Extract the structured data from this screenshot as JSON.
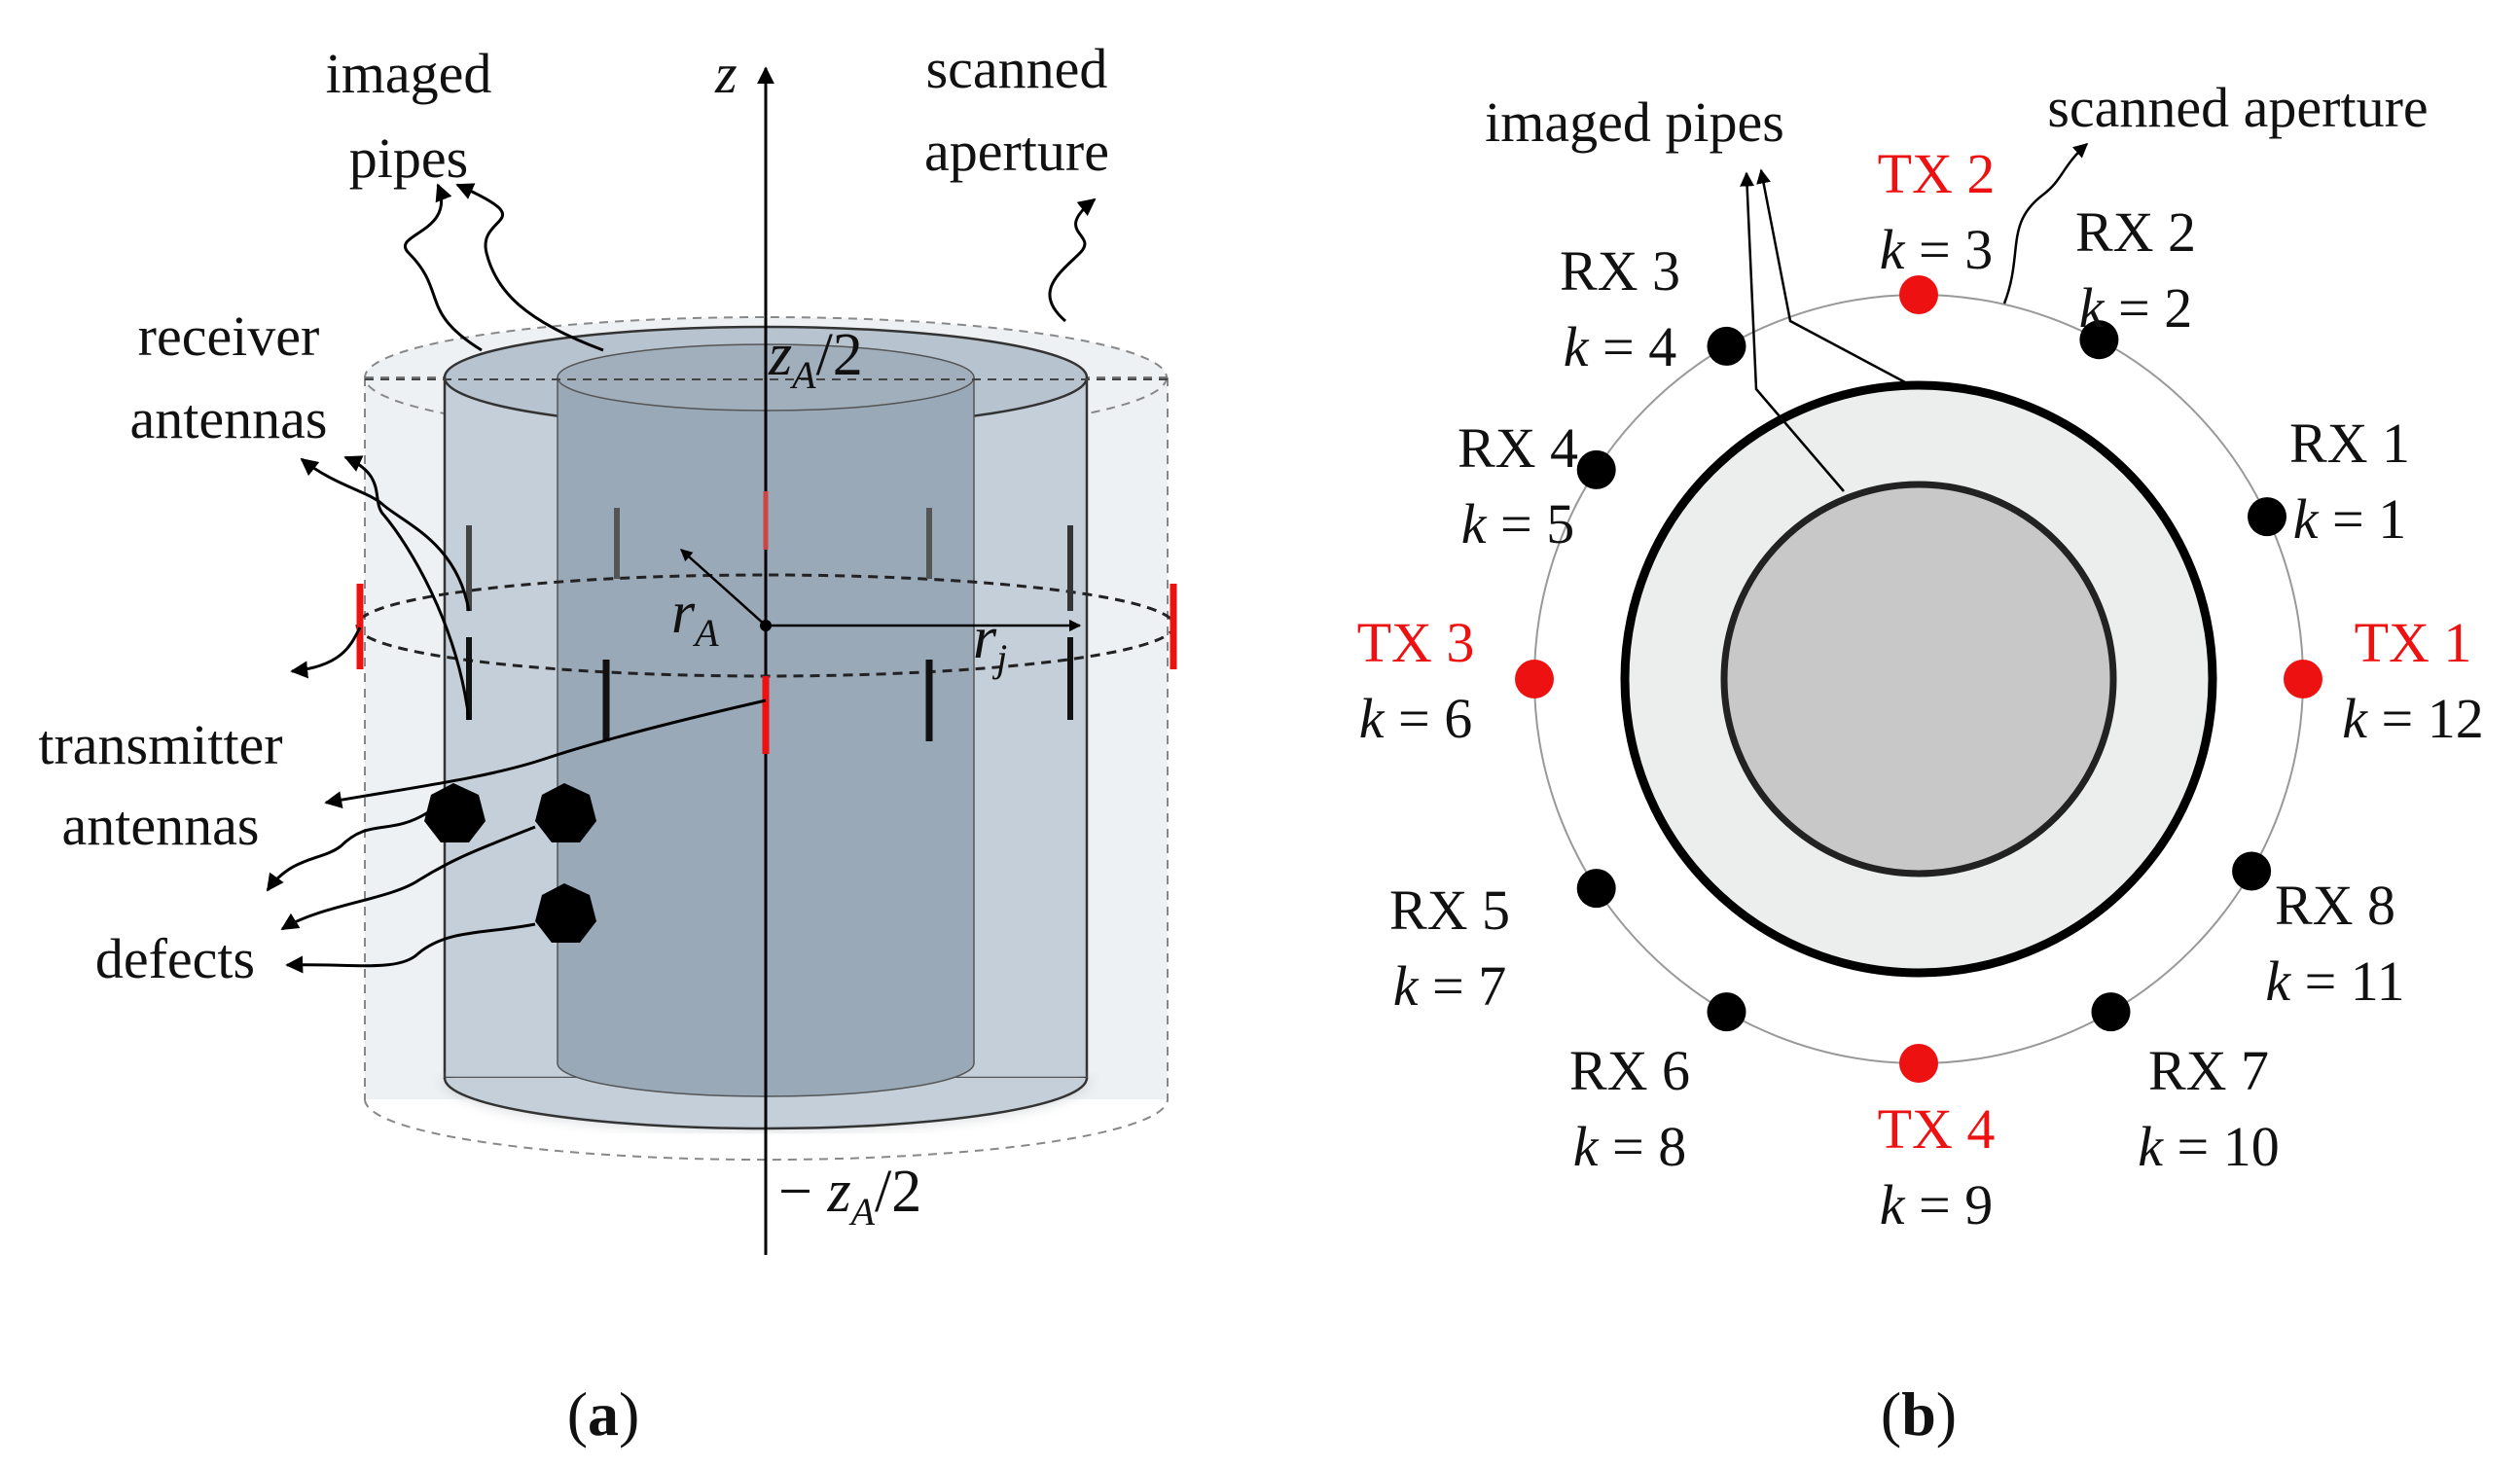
{
  "panel_a": {
    "axis_z": "z",
    "label_imaged": "imaged",
    "label_pipes": "pipes",
    "label_scanned": "scanned",
    "label_aperture": "aperture",
    "label_receiver": "receiver",
    "label_antennas_rx": "antennas",
    "label_transmitter": "transmitter",
    "label_antennas_tx": "antennas",
    "label_defects": "defects",
    "label_zA_top": "z",
    "label_zA_top_sub": "A",
    "label_zA_top_rest": "/2",
    "label_zA_bot_minus": "− ",
    "label_zA_bot": "z",
    "label_zA_bot_sub": "A",
    "label_zA_bot_rest": "/2",
    "label_rA": "r",
    "label_rA_sub": "A",
    "label_rj": "r",
    "label_rj_sub": "j",
    "caption_open": "(",
    "caption_letter": "a",
    "caption_close": ")"
  },
  "panel_b": {
    "label_imaged_pipes": "imaged pipes",
    "label_scanned_aperture": "scanned aperture",
    "k_symbol": "k",
    "antennas": [
      {
        "name": "RX 1",
        "k": "= 1",
        "type": "rx"
      },
      {
        "name": "RX 2",
        "k": "= 2",
        "type": "rx"
      },
      {
        "name": "TX 2",
        "k": "= 3",
        "type": "tx"
      },
      {
        "name": "RX 3",
        "k": "= 4",
        "type": "rx"
      },
      {
        "name": "RX 4",
        "k": "= 5",
        "type": "rx"
      },
      {
        "name": "TX 3",
        "k": "= 6",
        "type": "tx"
      },
      {
        "name": "RX 5",
        "k": "= 7",
        "type": "rx"
      },
      {
        "name": "RX 6",
        "k": "= 8",
        "type": "rx"
      },
      {
        "name": "TX 4",
        "k": "= 9",
        "type": "tx"
      },
      {
        "name": "RX 7",
        "k": "= 10",
        "type": "rx"
      },
      {
        "name": "RX 8",
        "k": "= 11",
        "type": "rx"
      },
      {
        "name": "TX 1",
        "k": "= 12",
        "type": "tx"
      }
    ],
    "caption_open": "(",
    "caption_letter": "b",
    "caption_close": ")"
  },
  "colors": {
    "tx": "#ee1111",
    "rx": "#000000",
    "outer_pipe": "#c9d2da",
    "inner_pipe": "#98a8b6",
    "pipe_b_outer": "#eceeee",
    "pipe_b_inner": "#c8c8c8"
  }
}
